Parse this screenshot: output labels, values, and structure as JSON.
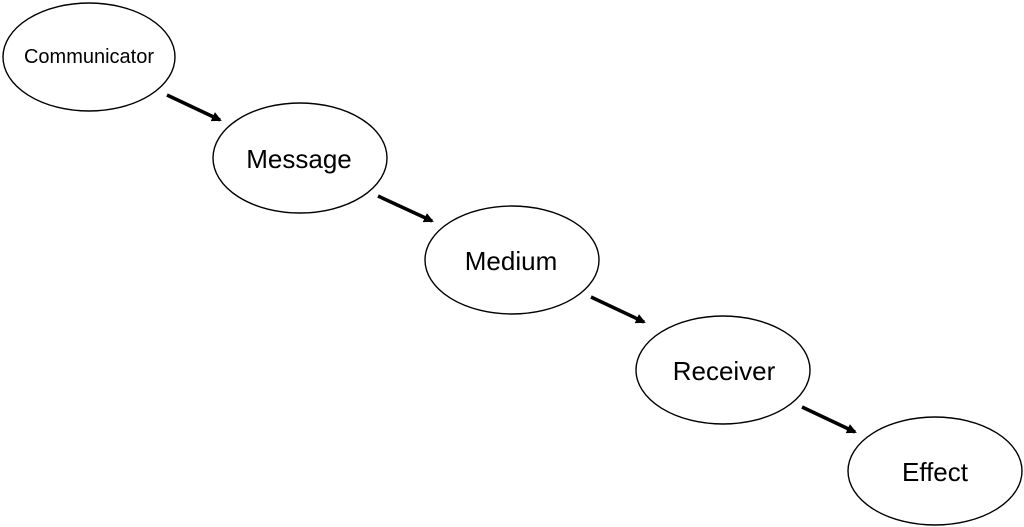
{
  "diagram": {
    "nodes": [
      {
        "id": "communicator",
        "label": "Communicator"
      },
      {
        "id": "message",
        "label": "Message"
      },
      {
        "id": "medium",
        "label": "Medium"
      },
      {
        "id": "receiver",
        "label": "Receiver"
      },
      {
        "id": "effect",
        "label": "Effect"
      }
    ],
    "edges": [
      {
        "from": "communicator",
        "to": "message"
      },
      {
        "from": "message",
        "to": "medium"
      },
      {
        "from": "medium",
        "to": "receiver"
      },
      {
        "from": "receiver",
        "to": "effect"
      }
    ],
    "colors": {
      "stroke": "#000000",
      "fill": "#ffffff",
      "background": "#ffffff"
    }
  }
}
